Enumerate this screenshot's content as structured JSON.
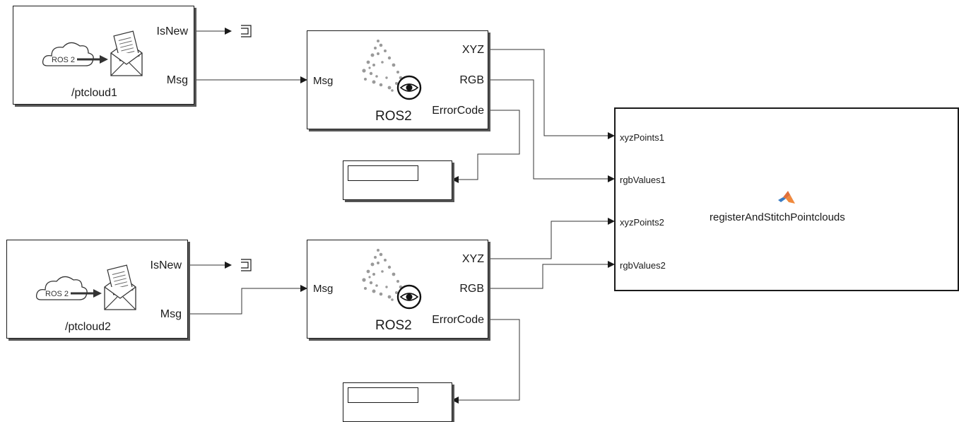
{
  "subscribe_blocks": [
    {
      "name": "/ptcloud1",
      "out_isnew": "IsNew",
      "out_msg": "Msg",
      "cloud_text": "ROS 2"
    },
    {
      "name": "/ptcloud2",
      "out_isnew": "IsNew",
      "out_msg": "Msg",
      "cloud_text": "ROS 2"
    }
  ],
  "readpc_blocks": [
    {
      "title": "ROS2",
      "in_msg": "Msg",
      "out_xyz": "XYZ",
      "out_rgb": "RGB",
      "out_err": "ErrorCode"
    },
    {
      "title": "ROS2",
      "in_msg": "Msg",
      "out_xyz": "XYZ",
      "out_rgb": "RGB",
      "out_err": "ErrorCode"
    }
  ],
  "matlab_function_block": {
    "name": "registerAndStitchPointclouds",
    "inputs": [
      "xyzPoints1",
      "rgbValues1",
      "xyzPoints2",
      "rgbValues2"
    ]
  },
  "icons": {
    "subscribe": "ros2-cloud-envelope-icon",
    "readpc": "pointcloud-eye-icon",
    "matlab": "matlab-logo-icon",
    "terminator": "terminator-icon"
  }
}
